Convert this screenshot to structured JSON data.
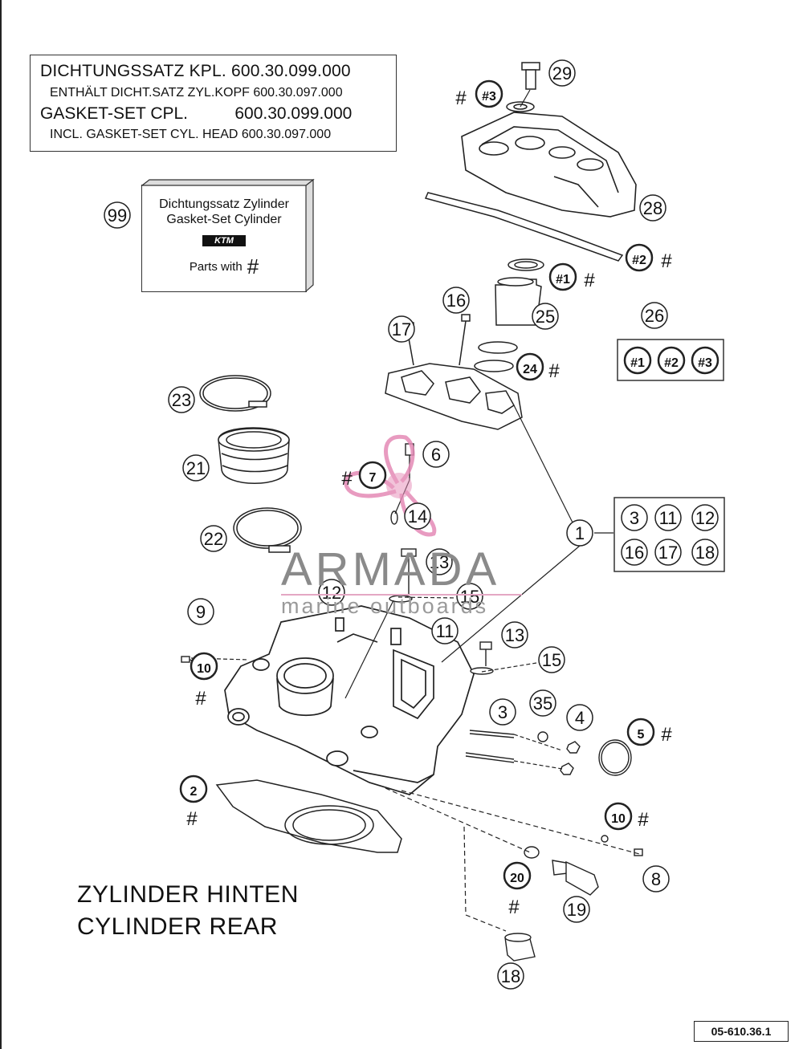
{
  "gasket_box": {
    "line1": "DICHTUNGSSATZ KPL. 600.30.099.000",
    "line2": "ENTHÄLT DICHT.SATZ ZYL.KOPF 600.30.097.000",
    "line3": "GASKET-SET CPL.          600.30.099.000",
    "line4": "INCL. GASKET-SET CYL. HEAD 600.30.097.000"
  },
  "kit_box": {
    "line1": "Dichtungssatz Zylinder",
    "line2": "Gasket-Set Cylinder",
    "logo": "KTM",
    "parts_label": "Parts with",
    "hash": "#"
  },
  "title": {
    "de": "ZYLINDER HINTEN",
    "en": "CYLINDER REAR"
  },
  "diagram_code": "05-610.36.1",
  "watermark": {
    "brand": "ARMADA",
    "sub": "marine outboards"
  },
  "callouts": [
    {
      "id": "c29",
      "label": "29"
    },
    {
      "id": "c3s",
      "label": "#3"
    },
    {
      "id": "c28",
      "label": "28"
    },
    {
      "id": "c2s",
      "label": "#2"
    },
    {
      "id": "c1s",
      "label": "#1"
    },
    {
      "id": "c16t",
      "label": "16"
    },
    {
      "id": "c17t",
      "label": "17"
    },
    {
      "id": "c25",
      "label": "25"
    },
    {
      "id": "c24",
      "label": "24"
    },
    {
      "id": "c26",
      "label": "26"
    },
    {
      "id": "c26a",
      "label": "#1"
    },
    {
      "id": "c26b",
      "label": "#2"
    },
    {
      "id": "c26c",
      "label": "#3"
    },
    {
      "id": "c99",
      "label": "99"
    },
    {
      "id": "c23",
      "label": "23"
    },
    {
      "id": "c21",
      "label": "21"
    },
    {
      "id": "c22",
      "label": "22"
    },
    {
      "id": "c6",
      "label": "6"
    },
    {
      "id": "c7",
      "label": "7"
    },
    {
      "id": "c14",
      "label": "14"
    },
    {
      "id": "c1",
      "label": "1"
    },
    {
      "id": "g3",
      "label": "3"
    },
    {
      "id": "g11",
      "label": "11"
    },
    {
      "id": "g12",
      "label": "12"
    },
    {
      "id": "g16",
      "label": "16"
    },
    {
      "id": "g17",
      "label": "17"
    },
    {
      "id": "g18",
      "label": "18"
    },
    {
      "id": "c13a",
      "label": "13"
    },
    {
      "id": "c12",
      "label": "12"
    },
    {
      "id": "c15a",
      "label": "15"
    },
    {
      "id": "c9",
      "label": "9"
    },
    {
      "id": "c11",
      "label": "11"
    },
    {
      "id": "c13b",
      "label": "13"
    },
    {
      "id": "c10a",
      "label": "10"
    },
    {
      "id": "c15b",
      "label": "15"
    },
    {
      "id": "c35",
      "label": "35"
    },
    {
      "id": "c3",
      "label": "3"
    },
    {
      "id": "c4",
      "label": "4"
    },
    {
      "id": "c5",
      "label": "5"
    },
    {
      "id": "c2",
      "label": "2"
    },
    {
      "id": "c10b",
      "label": "10"
    },
    {
      "id": "c20",
      "label": "20"
    },
    {
      "id": "c8",
      "label": "8"
    },
    {
      "id": "c19",
      "label": "19"
    },
    {
      "id": "c18",
      "label": "18"
    }
  ],
  "hash_symbol": "#"
}
